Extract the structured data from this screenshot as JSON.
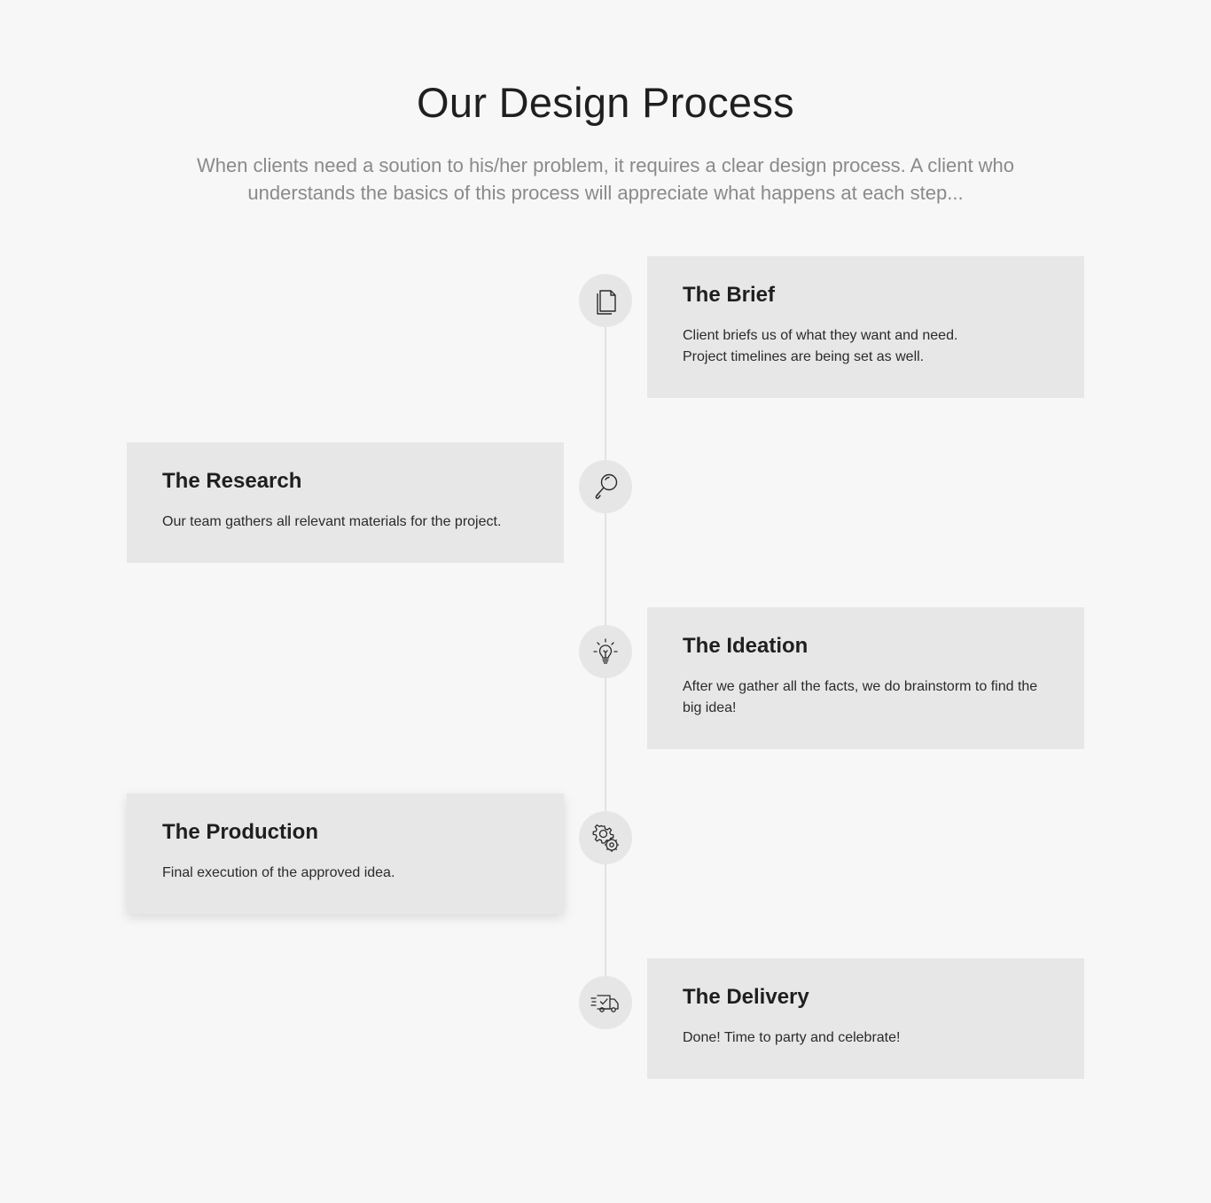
{
  "header": {
    "title": "Our Design Process",
    "subtitle": "When clients need a soution to his/her problem, it requires a clear design process. A client who understands the basics of this process will appreciate what happens at each step..."
  },
  "steps": [
    {
      "title": "The Brief",
      "description": "Client briefs us of what they want and need. Project timelines are being set as well.",
      "icon": "document-icon"
    },
    {
      "title": "The Research",
      "description": "Our team gathers all relevant materials for the project.",
      "icon": "magnifier-icon"
    },
    {
      "title": "The Ideation",
      "description": "After we gather all the facts, we do brainstorm to find the big idea!",
      "icon": "lightbulb-icon"
    },
    {
      "title": "The Production",
      "description": "Final execution of the approved idea.",
      "icon": "gears-icon"
    },
    {
      "title": "The Delivery",
      "description": "Done! Time to party and celebrate!",
      "icon": "delivery-truck-icon"
    }
  ],
  "colors": {
    "background": "#f7f7f7",
    "card": "#e7e7e7",
    "node": "#e6e6e6",
    "line": "#e2e2e2",
    "subtitle": "#8a8a8a"
  }
}
